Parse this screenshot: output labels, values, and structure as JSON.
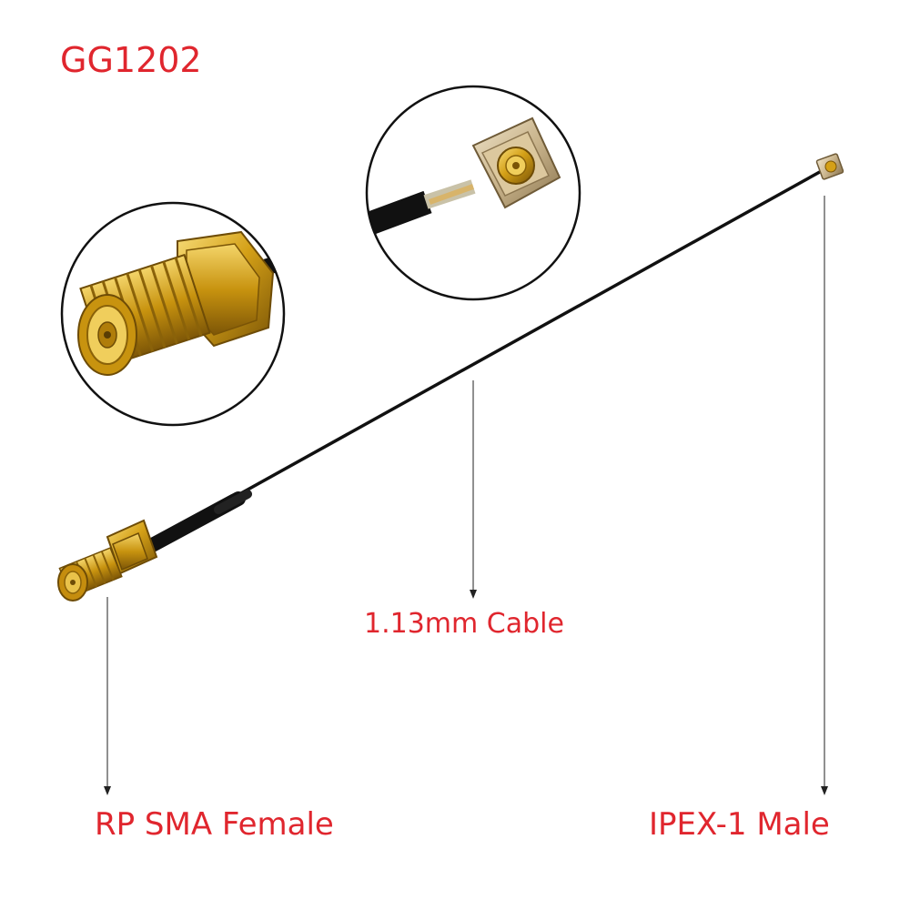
{
  "labels": {
    "model": "GG1202",
    "cable": "1.13mm Cable",
    "sma": "RP SMA Female",
    "ipex": "IPEX-1 Male"
  },
  "colors": {
    "label_red": "#e0262e",
    "cable_black": "#111111",
    "gold": "#d4a017",
    "gold_dark": "#8a6209",
    "gold_light": "#f6d66a"
  }
}
